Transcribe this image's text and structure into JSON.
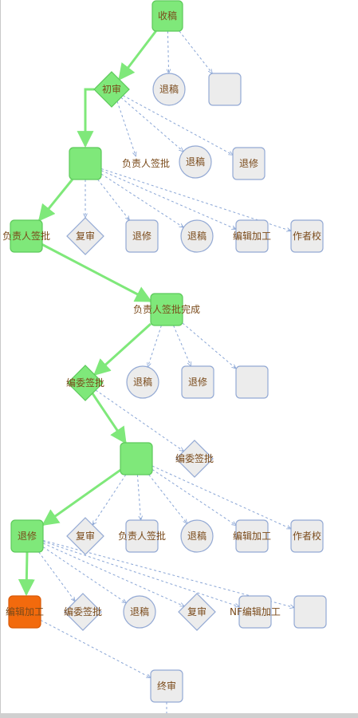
{
  "colors": {
    "active_fill": "#7fe87a",
    "active_stroke": "#5cc95a",
    "current_fill": "#f26a0d",
    "inactive_fill": "#ececec",
    "inactive_stroke": "#93a9d4",
    "main_edge": "#7fe87a",
    "side_edge": "#8aa6d6",
    "label_color": "#7a4a1a"
  },
  "nodes": [
    {
      "id": "n1",
      "shape": "rect",
      "state": "active",
      "label": "收稿"
    },
    {
      "id": "n2",
      "shape": "diamond",
      "state": "active",
      "label": "初审"
    },
    {
      "id": "n3",
      "shape": "circle",
      "state": "inactive",
      "label": "退稿"
    },
    {
      "id": "n4",
      "shape": "rect",
      "state": "inactive",
      "label": ""
    },
    {
      "id": "n5",
      "shape": "rect",
      "state": "active",
      "label": ""
    },
    {
      "id": "n6",
      "shape": "text",
      "state": "inactive",
      "label": "负责人签批"
    },
    {
      "id": "n7",
      "shape": "circle",
      "state": "inactive",
      "label": "退稿"
    },
    {
      "id": "n8",
      "shape": "rect",
      "state": "inactive",
      "label": "退修"
    },
    {
      "id": "n9",
      "shape": "rect",
      "state": "active",
      "label": "负责人签批"
    },
    {
      "id": "n10",
      "shape": "diamond",
      "state": "inactive",
      "label": "复审"
    },
    {
      "id": "n11",
      "shape": "rect",
      "state": "inactive",
      "label": "退修"
    },
    {
      "id": "n12",
      "shape": "circle",
      "state": "inactive",
      "label": "退稿"
    },
    {
      "id": "n13",
      "shape": "rect",
      "state": "inactive",
      "label": "编辑加工"
    },
    {
      "id": "n14",
      "shape": "rect",
      "state": "inactive",
      "label": "作者校"
    },
    {
      "id": "n15",
      "shape": "rect",
      "state": "active",
      "label": "负责人签批完成"
    },
    {
      "id": "n16",
      "shape": "diamond",
      "state": "active",
      "label": "编委签批"
    },
    {
      "id": "n17",
      "shape": "circle",
      "state": "inactive",
      "label": "退稿"
    },
    {
      "id": "n18",
      "shape": "rect",
      "state": "inactive",
      "label": "退修"
    },
    {
      "id": "n19",
      "shape": "rect",
      "state": "inactive",
      "label": ""
    },
    {
      "id": "n20",
      "shape": "rect",
      "state": "active",
      "label": ""
    },
    {
      "id": "n21",
      "shape": "diamond",
      "state": "inactive",
      "label": "编委签批"
    },
    {
      "id": "n22",
      "shape": "rect",
      "state": "active",
      "label": "退修"
    },
    {
      "id": "n23",
      "shape": "diamond",
      "state": "inactive",
      "label": "复审"
    },
    {
      "id": "n24",
      "shape": "rect",
      "state": "inactive",
      "label": "负责人签批"
    },
    {
      "id": "n25",
      "shape": "circle",
      "state": "inactive",
      "label": "退稿"
    },
    {
      "id": "n26",
      "shape": "rect",
      "state": "inactive",
      "label": "编辑加工"
    },
    {
      "id": "n27",
      "shape": "rect",
      "state": "inactive",
      "label": "作者校"
    },
    {
      "id": "n28",
      "shape": "rect",
      "state": "current",
      "label": "编辑加工"
    },
    {
      "id": "n29",
      "shape": "diamond",
      "state": "inactive",
      "label": "编委签批"
    },
    {
      "id": "n30",
      "shape": "circle",
      "state": "inactive",
      "label": "退稿"
    },
    {
      "id": "n31",
      "shape": "diamond",
      "state": "inactive",
      "label": "复审"
    },
    {
      "id": "n32",
      "shape": "rect",
      "state": "inactive",
      "label": "NF编辑加工"
    },
    {
      "id": "n33",
      "shape": "rect",
      "state": "inactive",
      "label": ""
    },
    {
      "id": "n34",
      "shape": "rect",
      "state": "inactive",
      "label": "终审"
    }
  ],
  "edges": [
    {
      "from": "n1",
      "to": "n2",
      "type": "main"
    },
    {
      "from": "n1",
      "to": "n3",
      "type": "side"
    },
    {
      "from": "n1",
      "to": "n4",
      "type": "side"
    },
    {
      "from": "n2",
      "to": "n5",
      "type": "main"
    },
    {
      "from": "n2",
      "to": "n6",
      "type": "side"
    },
    {
      "from": "n2",
      "to": "n7",
      "type": "side"
    },
    {
      "from": "n2",
      "to": "n8",
      "type": "side"
    },
    {
      "from": "n5",
      "to": "n9",
      "type": "main"
    },
    {
      "from": "n5",
      "to": "n10",
      "type": "side"
    },
    {
      "from": "n5",
      "to": "n11",
      "type": "side"
    },
    {
      "from": "n5",
      "to": "n12",
      "type": "side"
    },
    {
      "from": "n5",
      "to": "n13",
      "type": "side"
    },
    {
      "from": "n5",
      "to": "n14",
      "type": "side"
    },
    {
      "from": "n9",
      "to": "n15",
      "type": "main"
    },
    {
      "from": "n15",
      "to": "n16",
      "type": "main"
    },
    {
      "from": "n15",
      "to": "n17",
      "type": "side"
    },
    {
      "from": "n15",
      "to": "n18",
      "type": "side"
    },
    {
      "from": "n15",
      "to": "n19",
      "type": "side"
    },
    {
      "from": "n16",
      "to": "n20",
      "type": "main"
    },
    {
      "from": "n16",
      "to": "n21",
      "type": "side"
    },
    {
      "from": "n20",
      "to": "n22",
      "type": "main"
    },
    {
      "from": "n20",
      "to": "n23",
      "type": "side"
    },
    {
      "from": "n20",
      "to": "n24",
      "type": "side"
    },
    {
      "from": "n20",
      "to": "n25",
      "type": "side"
    },
    {
      "from": "n20",
      "to": "n26",
      "type": "side"
    },
    {
      "from": "n20",
      "to": "n27",
      "type": "side"
    },
    {
      "from": "n22",
      "to": "n28",
      "type": "main"
    },
    {
      "from": "n22",
      "to": "n29",
      "type": "side"
    },
    {
      "from": "n22",
      "to": "n30",
      "type": "side"
    },
    {
      "from": "n22",
      "to": "n31",
      "type": "side"
    },
    {
      "from": "n22",
      "to": "n32",
      "type": "side"
    },
    {
      "from": "n22",
      "to": "n33",
      "type": "side"
    },
    {
      "from": "n28",
      "to": "n34",
      "type": "side"
    }
  ]
}
